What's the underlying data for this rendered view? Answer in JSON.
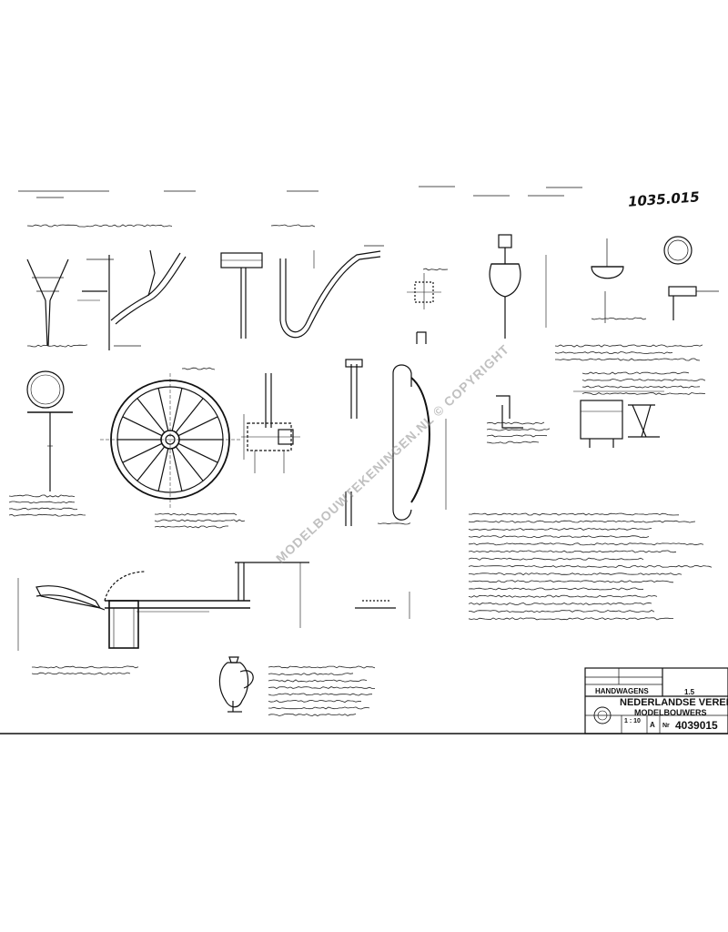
{
  "drawing_number_handwritten": "1035.015",
  "watermark": "MODELBOUWTEKENINGEN.NL © COPYRIGHT",
  "title_block": {
    "subject": "HANDWAGENS",
    "organisation_line1": "NEDERLANDSE VERENIGING",
    "organisation_line2": "MODELBOUWERS",
    "number": "4039015",
    "sheet_code": "1.5",
    "scale": "1 : 10",
    "label_a": "A",
    "label_nr": "Nr"
  },
  "colors": {
    "ink": "#111111",
    "paper": "#ffffff",
    "watermark": "#8c8c8c"
  }
}
